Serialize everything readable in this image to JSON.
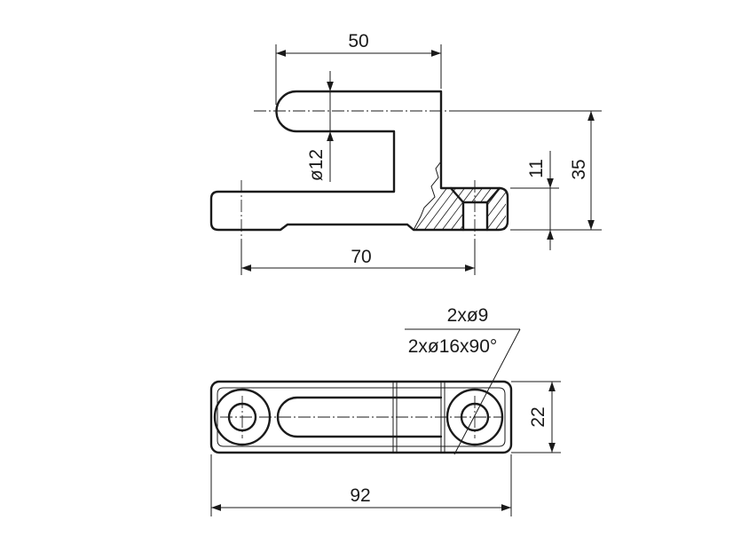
{
  "colors": {
    "line": "#1a1a1a",
    "background": "#ffffff"
  },
  "front_view": {
    "dim_width_top": "50",
    "dim_diameter": "ø12",
    "dim_height_small": "11",
    "dim_height_total": "35",
    "dim_hole_spacing": "70"
  },
  "top_view": {
    "callout_holes": "2xø9",
    "callout_countersink": "2xø16x90°",
    "dim_width": "22",
    "dim_length": "92"
  }
}
